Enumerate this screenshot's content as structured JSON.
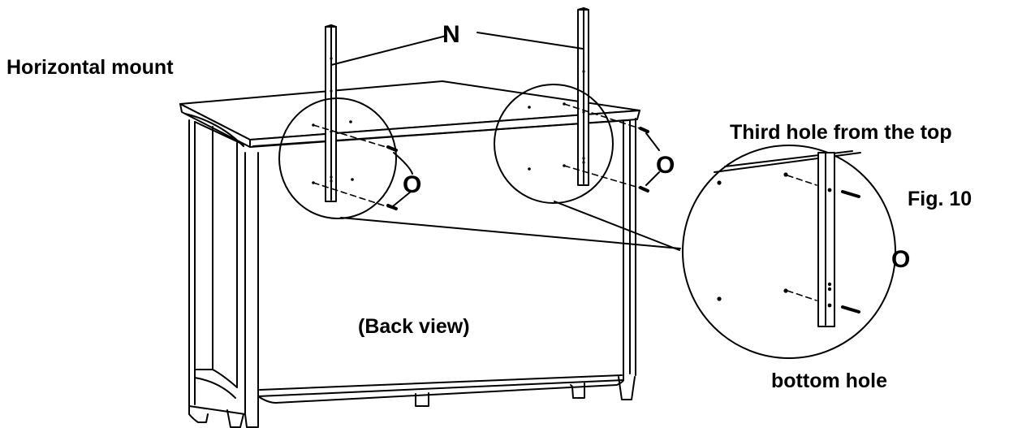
{
  "labels": {
    "mount_title": "Horizontal mount",
    "view": "(Back view)",
    "hole_note": "Third hole from the top",
    "bottom_note": "bottom hole",
    "figure": "Fig. 10",
    "part_n": "N",
    "part_o": "O"
  },
  "colors": {
    "line": "#000000",
    "background": "#ffffff"
  }
}
